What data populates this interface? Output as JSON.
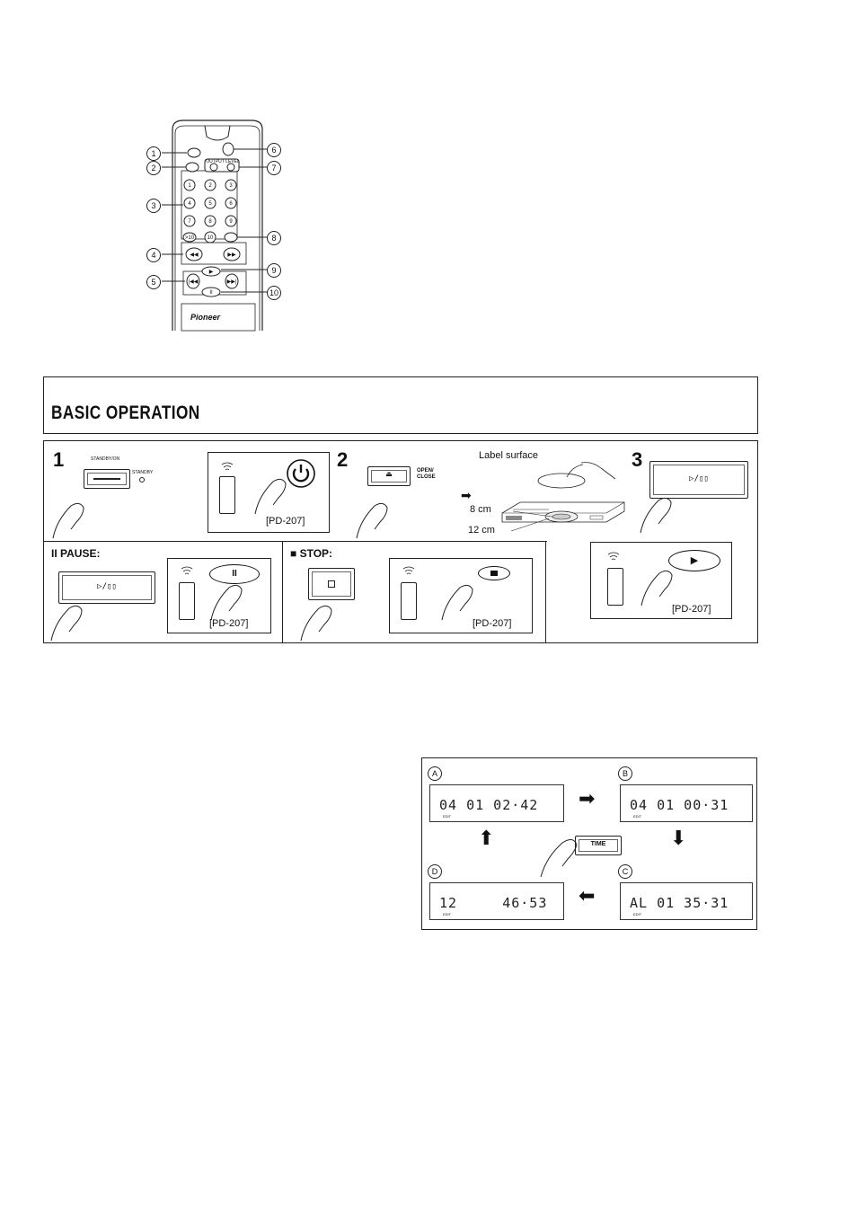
{
  "remote": {
    "callouts": [
      "1",
      "2",
      "3",
      "4",
      "5",
      "6",
      "7",
      "8",
      "9",
      "10"
    ],
    "output_level_label": "OUTPUT LEVEL",
    "brand": "Pioneer",
    "keypad": [
      "1",
      "2",
      "3",
      "4",
      "5",
      "6",
      "7",
      "8",
      "9",
      ">10",
      "10"
    ]
  },
  "section": {
    "title": "BASIC OPERATION"
  },
  "steps": {
    "step1": {
      "num": "1",
      "standby_on": "STANDBY/ON",
      "standby": "STANDBY",
      "model": "[PD-207]"
    },
    "step2": {
      "num": "2",
      "open_close": "OPEN/ CLOSE",
      "label_surface": "Label surface",
      "cm8": "8 cm",
      "cm12": "12 cm"
    },
    "step3": {
      "num": "3",
      "play_pause": "▷/▯▯",
      "model": "[PD-207]"
    },
    "pause": {
      "title": "II PAUSE:",
      "play_pause": "▷/▯▯",
      "model": "[PD-207]"
    },
    "stop": {
      "title": "■ STOP:",
      "model": "[PD-207]"
    }
  },
  "time_display": {
    "button": "TIME",
    "panels": [
      {
        "letter": "A",
        "digits": "04 01  02·42",
        "edit": "EDIT"
      },
      {
        "letter": "B",
        "digits": "04 01  00·31",
        "edit": "EDIT"
      },
      {
        "letter": "C",
        "digits": "AL 01  35·31",
        "edit": "EDIT"
      },
      {
        "letter": "D",
        "digits": "12     46·53",
        "edit": "EDIT"
      }
    ]
  }
}
